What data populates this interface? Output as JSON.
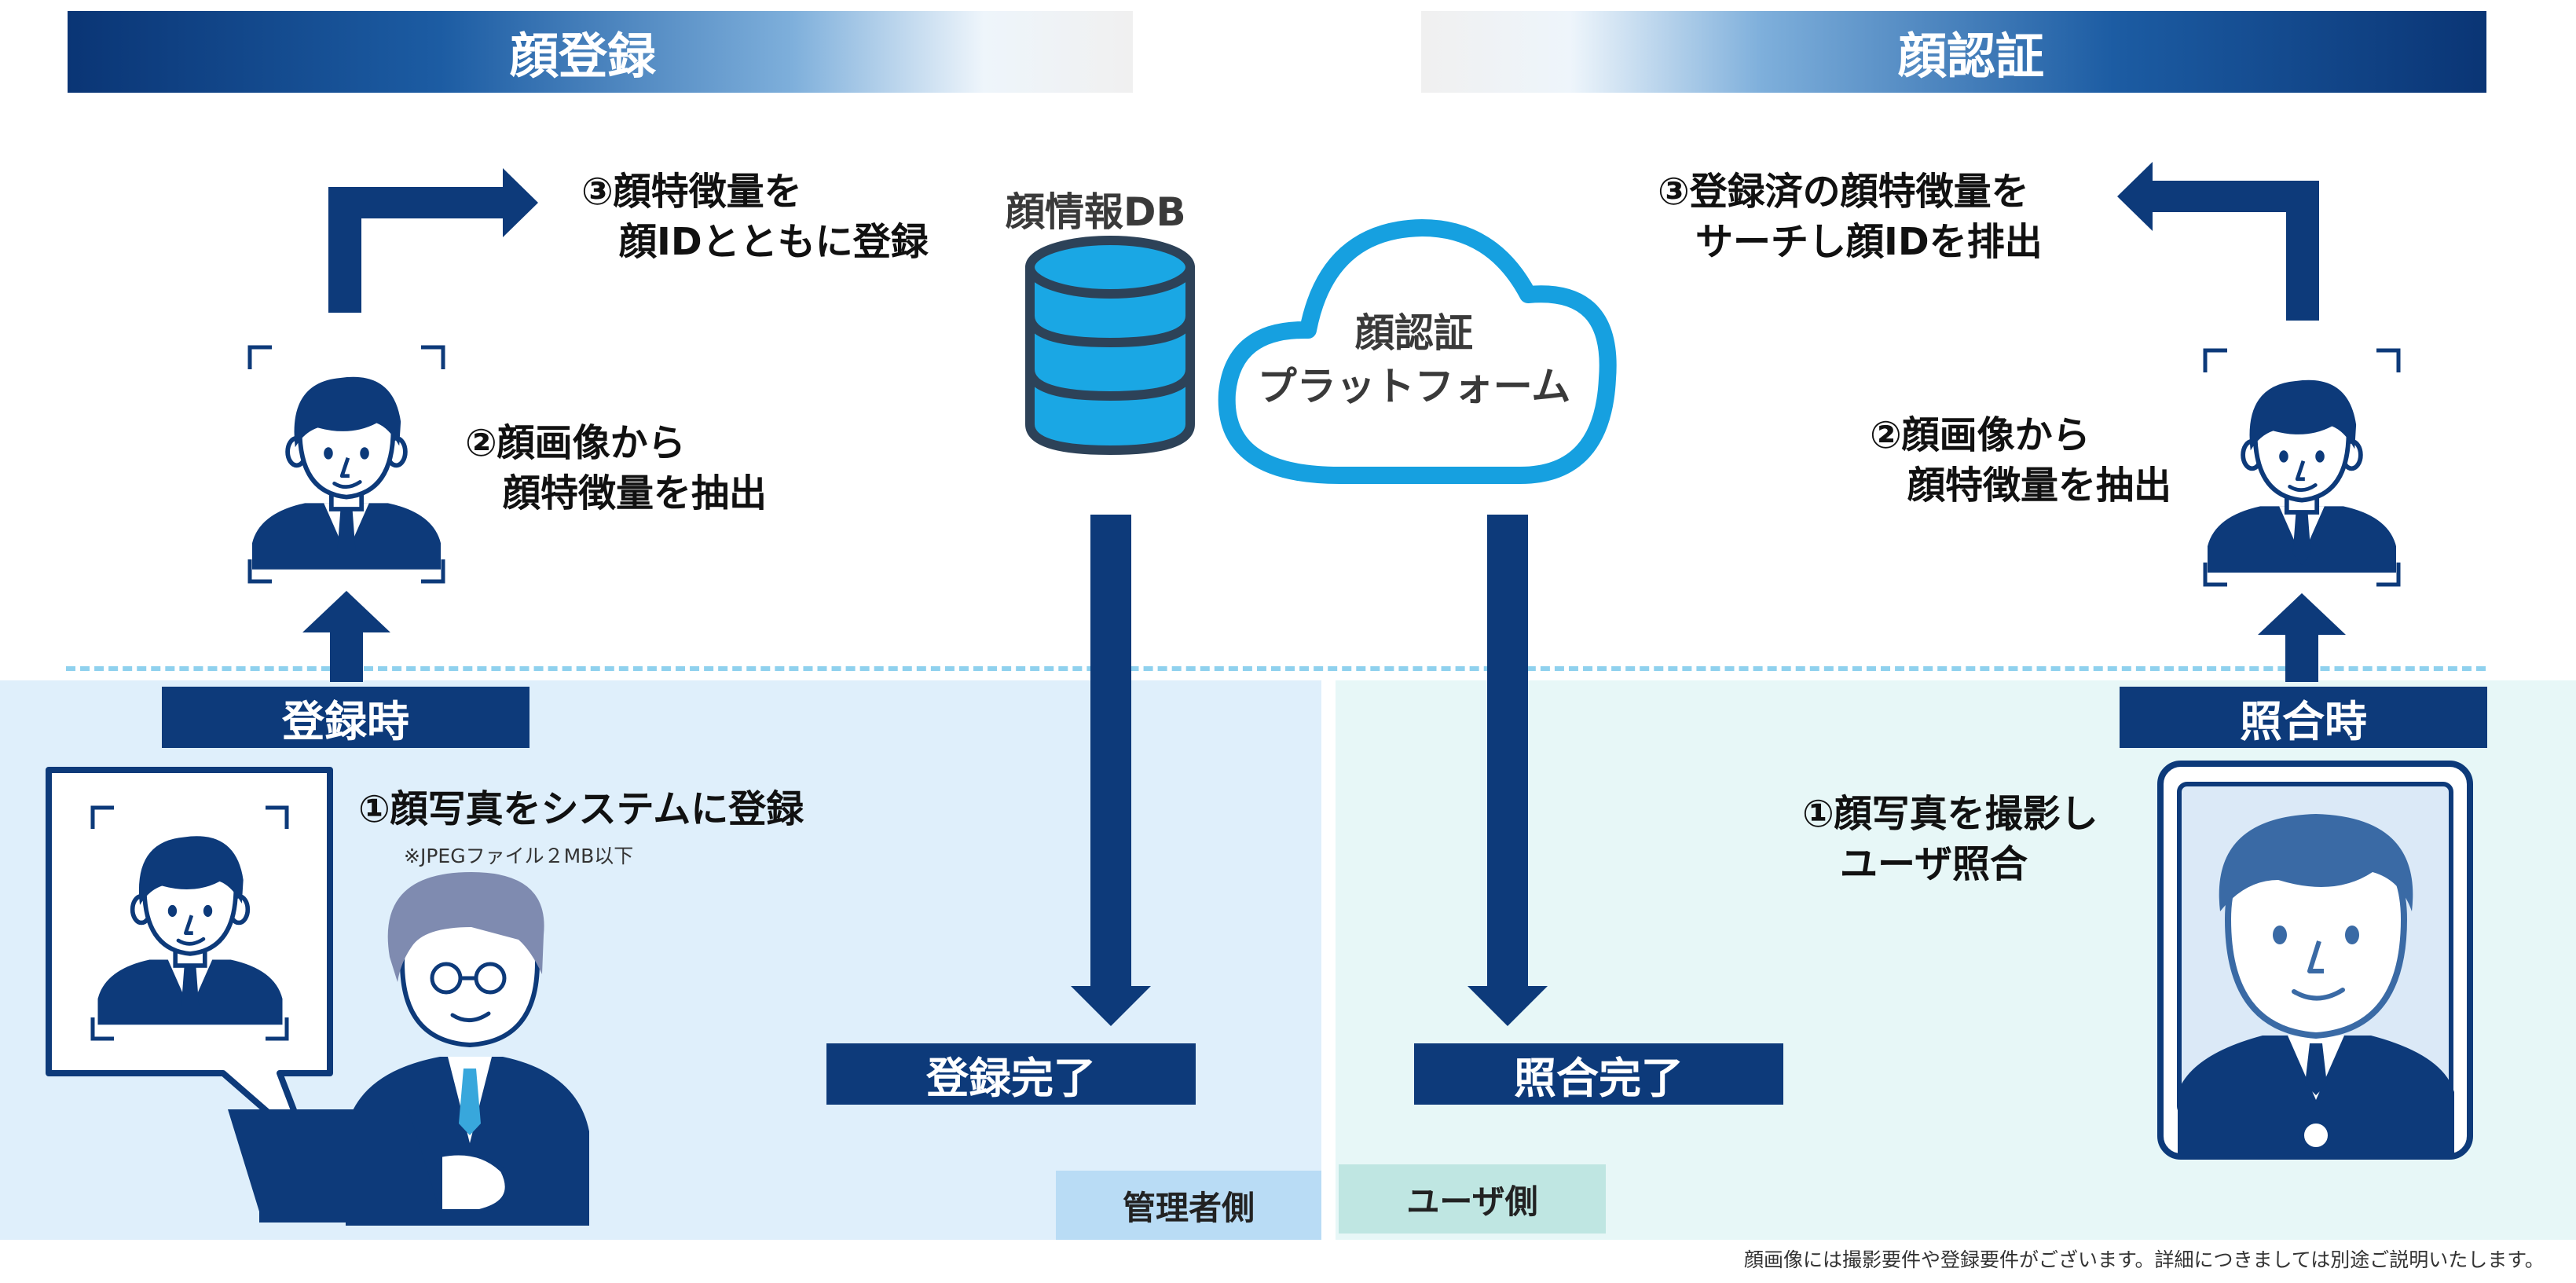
{
  "headers": {
    "register": "顔登録",
    "authenticate": "顔認証"
  },
  "register_steps": {
    "step3": "③顔特徴量を\n　顔IDとともに登録",
    "step2": "②顔画像から\n　顔特徴量を抽出",
    "step1": "①顔写真をシステムに登録",
    "note": "※JPEGファイル２MB以下"
  },
  "auth_steps": {
    "step3": "③登録済の顔特徴量を\n　サーチし顔IDを排出",
    "step2": "②顔画像から\n　顔特徴量を抽出",
    "step1": "①顔写真を撮影し\n　ユーザ照合"
  },
  "center": {
    "db_label": "顔情報DB",
    "cloud_label": "顔認証\nプラットフォーム"
  },
  "labels": {
    "register_time": "登録時",
    "match_time": "照合時",
    "register_done": "登録完了",
    "match_done": "照合完了",
    "admin_side": "管理者側",
    "user_side": "ユーザ側"
  },
  "footnote": "顔画像には撮影要件や登録要件がございます。詳細につきましては別途ご説明いたします。",
  "colors": {
    "navy": "#0d3a7a",
    "db_blue": "#1aa7e4",
    "cloud_blue": "#16a0e0",
    "admin_bg": "#dfeffb",
    "user_bg": "#e7f7f7",
    "dashed_line": "#8fd1ee",
    "admin_tag": "#b9dcf5",
    "user_tag": "#bfe6e2"
  },
  "icons": [
    "face-icon",
    "database-icon",
    "cloud-icon",
    "arrow-icon",
    "admin-person-icon",
    "laptop-icon",
    "tablet-icon"
  ]
}
